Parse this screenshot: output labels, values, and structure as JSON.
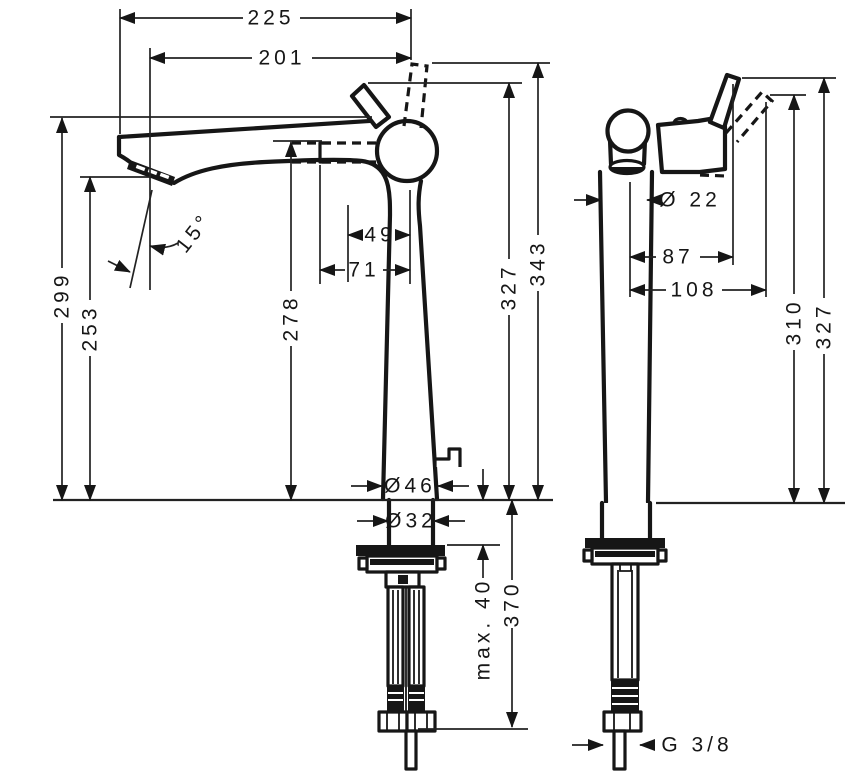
{
  "dimensions": {
    "left_view": {
      "overall_width": "225",
      "spout_reach": "201",
      "spout_angle": "15°",
      "spout_height": "299",
      "outlet_height": "253",
      "body_height": "278",
      "handle_offset": "49",
      "cartridge_offset": "71",
      "handle_height_closed": "327",
      "handle_height_open": "343",
      "base_diameter": "Ø46",
      "shaft_diameter": "Ø32",
      "counter_thickness_max": "max. 40",
      "below_counter_depth": "370"
    },
    "right_view": {
      "neck_diameter": "Ø 22",
      "handle_offset_closed": "87",
      "handle_offset_open": "108",
      "handle_height_open": "310",
      "handle_height_closed": "327",
      "supply_thread": "G 3/8"
    }
  }
}
